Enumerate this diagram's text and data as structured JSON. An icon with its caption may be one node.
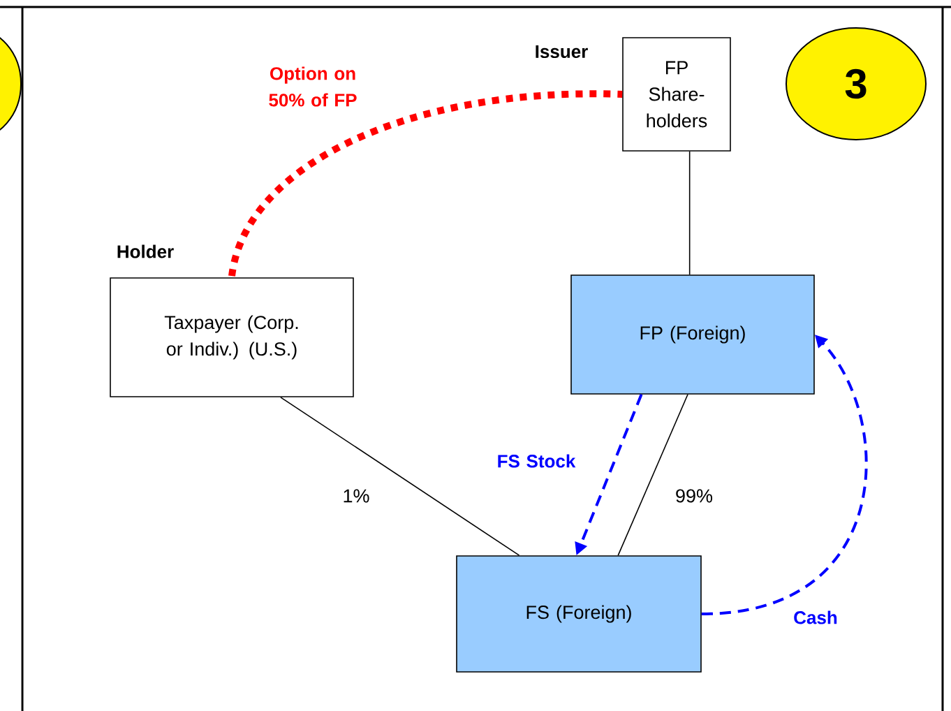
{
  "diagram": {
    "nodes": [
      {
        "text": [
          "FP Share- holders"
        ],
        "beside": [
          "Issuer"
        ]
      },
      {
        "text": [
          "Taxpayer (Corp. or Indiv.) (U.S.)"
        ],
        "beside": [
          "Holder"
        ]
      },
      {
        "text": [
          "FP (Foreign)"
        ]
      },
      {
        "text": [
          "FS (Foreign)"
        ]
      },
      {
        "text": [
          "3"
        ]
      },
      {
        "text": [],
        "shape": "circle"
      }
    ],
    "edges": [
      {
        "from": 1,
        "to": 0,
        "arrow": "none",
        "label": "Option on 50% of FP",
        "style": "dashed",
        "color": "#ff0000"
      },
      {
        "from": 0,
        "to": 2,
        "arrow": "none"
      },
      {
        "from": 1,
        "to": 3,
        "arrow": "none",
        "label": "1%"
      },
      {
        "from": 2,
        "to": 3,
        "arrow": "none",
        "label": "99%"
      },
      {
        "from": 2,
        "to": 3,
        "arrow": "to",
        "label": "FS Stock",
        "style": "dashed",
        "color": "#0000ff"
      },
      {
        "from": 3,
        "to": 2,
        "arrow": "to",
        "label": "Cash",
        "style": "dashed",
        "color": "#0000ff"
      }
    ]
  }
}
